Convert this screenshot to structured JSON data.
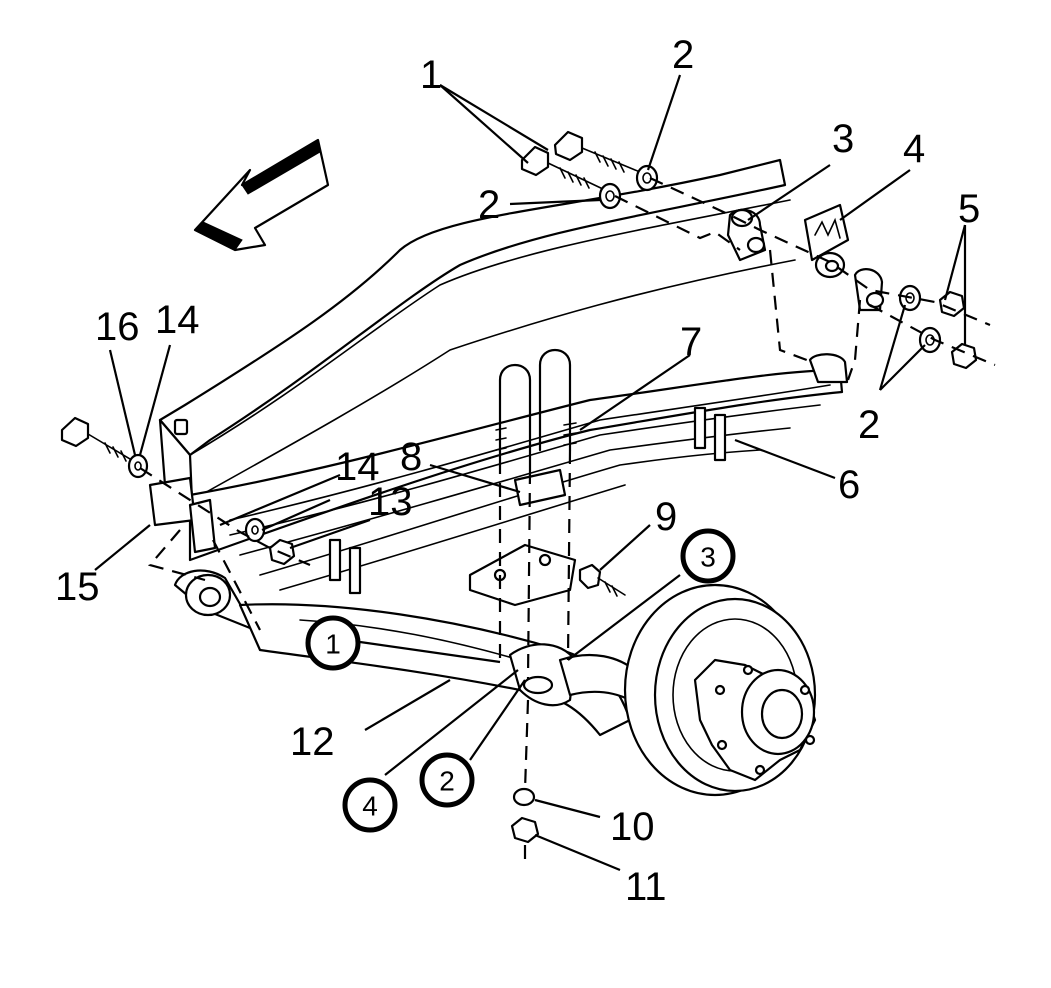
{
  "diagram": {
    "subject": "Leaf spring suspension exploded view",
    "callouts": [
      "1",
      "2",
      "2",
      "3",
      "4",
      "5",
      "2",
      "7",
      "6",
      "8",
      "9",
      "16",
      "14",
      "14",
      "13",
      "15",
      "12",
      "10",
      "11"
    ],
    "sequence_markers": [
      "1",
      "2",
      "3",
      "4"
    ],
    "icons": {
      "direction_arrow": "front-direction-arrow-icon"
    },
    "colors": {
      "line": "#000000",
      "background": "#ffffff"
    }
  }
}
